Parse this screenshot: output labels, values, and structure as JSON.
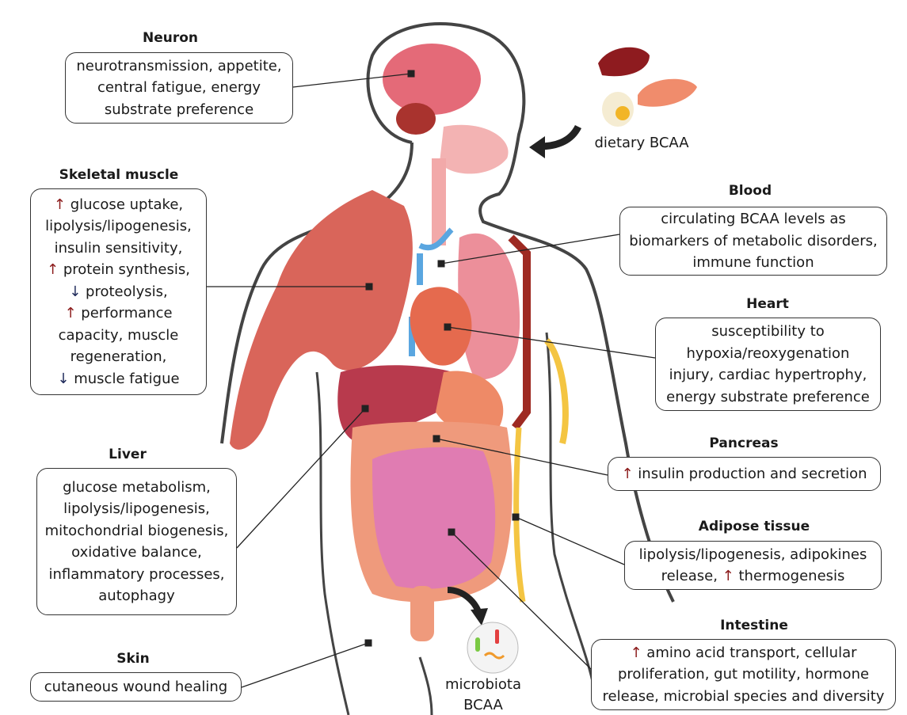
{
  "colors": {
    "up_arrow": "#8b1a1a",
    "down_arrow": "#1f2a5a",
    "box_border": "#333333"
  },
  "neuron": {
    "title": "Neuron",
    "lines": [
      "neurotransmission, appetite,",
      "central fatigue, energy",
      "substrate preference"
    ]
  },
  "skeletal_muscle": {
    "title": "Skeletal muscle",
    "lines": [
      {
        "arrow": "↑",
        "text": " glucose uptake,"
      },
      {
        "arrow": "",
        "text": "lipolysis/lipogenesis,"
      },
      {
        "arrow": "",
        "text": "insulin sensitivity,"
      },
      {
        "arrow": "↑",
        "text": " protein synthesis,"
      },
      {
        "arrow": "↓",
        "text": " proteolysis,"
      },
      {
        "arrow": "↑",
        "text": " performance"
      },
      {
        "arrow": "",
        "text": "capacity, muscle"
      },
      {
        "arrow": "",
        "text": "regeneration,"
      },
      {
        "arrow": "↓",
        "text": " muscle fatigue"
      }
    ]
  },
  "liver": {
    "title": "Liver",
    "lines": [
      "glucose metabolism,",
      "lipolysis/lipogenesis,",
      "mitochondrial biogenesis,",
      "oxidative balance,",
      "inflammatory processes,",
      "autophagy"
    ]
  },
  "skin": {
    "title": "Skin",
    "lines": [
      "cutaneous wound healing"
    ]
  },
  "blood": {
    "title": "Blood",
    "lines": [
      "circulating BCAA levels as",
      "biomarkers of metabolic disorders,",
      "immune function"
    ]
  },
  "heart": {
    "title": "Heart",
    "lines": [
      "susceptibility to",
      "hypoxia/reoxygenation",
      "injury, cardiac hypertrophy,",
      "energy substrate preference"
    ]
  },
  "pancreas": {
    "title": "Pancreas",
    "arrow": "↑",
    "text": " insulin production and secretion"
  },
  "adipose": {
    "title": "Adipose tissue",
    "line1": "lipolysis/lipogenesis, adipokines",
    "line2_pre": "release, ",
    "arrow": "↑",
    "line2_post": " thermogenesis"
  },
  "intestine": {
    "title": "Intestine",
    "arrow": "↑",
    "line1": " amino acid transport, cellular",
    "lines": [
      "proliferation, gut motility, hormone",
      "release, microbial species and diversity"
    ]
  },
  "dietary": {
    "label": "dietary BCAA"
  },
  "microbiota": {
    "line1": "microbiota",
    "line2": "BCAA"
  }
}
